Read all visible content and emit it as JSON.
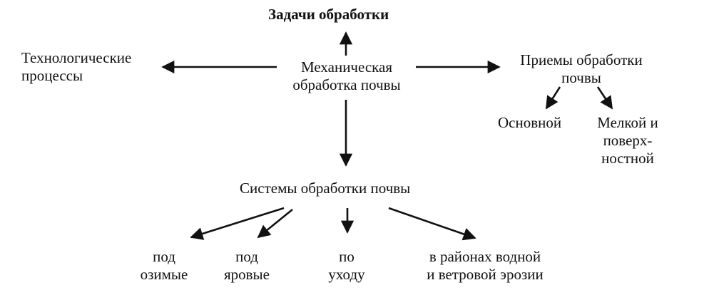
{
  "diagram": {
    "top_node": "Задачи обработки",
    "center_node": "Механическая\nобработка почвы",
    "left_node": "Технологические\nпроцессы",
    "right_node": "Приемы обработки\nпочвы",
    "right_children": [
      "Основной",
      "Мелкой и\nповерх-\nностной"
    ],
    "bottom_node": "Системы обработки почвы",
    "bottom_children": [
      "под\nозимые",
      "под\nяровые",
      "по\nуходу",
      "в районах водной\nи ветровой эрозии"
    ]
  }
}
